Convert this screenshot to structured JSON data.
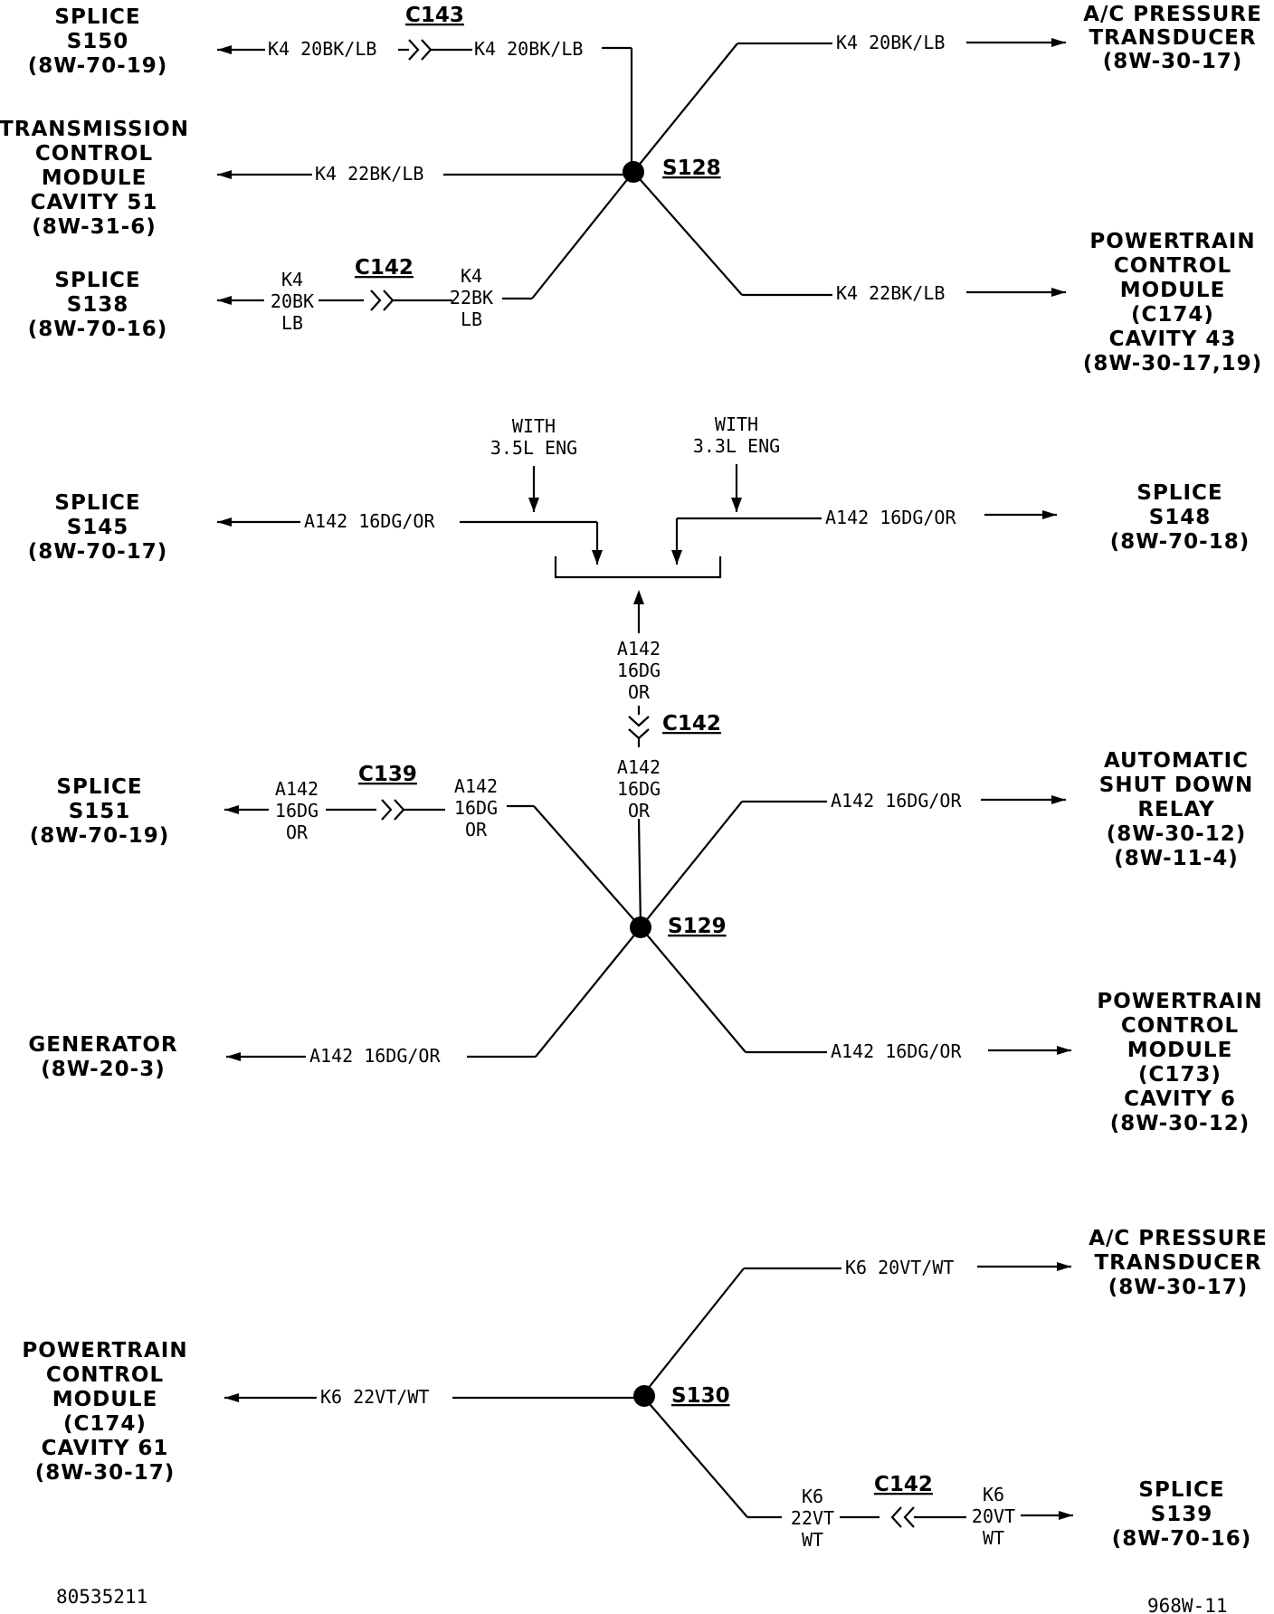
{
  "components": {
    "splice_s150": [
      "SPLICE",
      "S150",
      "(8W-70-19)"
    ],
    "tcm": [
      "TRANSMISSION",
      "CONTROL",
      "MODULE",
      "CAVITY 51",
      "(8W-31-6)"
    ],
    "splice_s138": [
      "SPLICE",
      "S138",
      "(8W-70-16)"
    ],
    "ac_transducer_1": [
      "A/C PRESSURE",
      "TRANSDUCER",
      "(8W-30-17)"
    ],
    "pcm_c174_cav43": [
      "POWERTRAIN",
      "CONTROL",
      "MODULE",
      "(C174)",
      "CAVITY 43",
      "(8W-30-17,19)"
    ],
    "splice_s145": [
      "SPLICE",
      "S145",
      "(8W-70-17)"
    ],
    "splice_s148": [
      "SPLICE",
      "S148",
      "(8W-70-18)"
    ],
    "splice_s151": [
      "SPLICE",
      "S151",
      "(8W-70-19)"
    ],
    "generator": [
      "GENERATOR",
      "(8W-20-3)"
    ],
    "asd_relay": [
      "AUTOMATIC",
      "SHUT DOWN",
      "RELAY",
      "(8W-30-12)",
      "(8W-11-4)"
    ],
    "pcm_c173_cav6": [
      "POWERTRAIN",
      "CONTROL",
      "MODULE",
      "(C173)",
      "CAVITY 6",
      "(8W-30-12)"
    ],
    "pcm_c174_cav61": [
      "POWERTRAIN",
      "CONTROL",
      "MODULE",
      "(C174)",
      "CAVITY 61",
      "(8W-30-17)"
    ],
    "ac_transducer_2": [
      "A/C PRESSURE",
      "TRANSDUCER",
      "(8W-30-17)"
    ],
    "splice_s139": [
      "SPLICE",
      "S139",
      "(8W-70-16)"
    ]
  },
  "splices": {
    "s128": "S128",
    "s129": "S129",
    "s130": "S130"
  },
  "connectors": {
    "c143": "C143",
    "c142_top": "C142",
    "c142_mid": "C142",
    "c139": "C139",
    "c142_bottom": "C142"
  },
  "wires": {
    "k4_20bklb_s150": "K4 20BK/LB",
    "k4_20bklb_c143": "K4 20BK/LB",
    "k4_22bklb_tcm": "K4 22BK/LB",
    "k4_s138_left": [
      "K4",
      "20BK",
      "LB"
    ],
    "k4_s138_right": [
      "K4",
      "22BK",
      "LB"
    ],
    "k4_20bklb_ac": "K4 20BK/LB",
    "k4_22bklb_pcm": "K4 22BK/LB",
    "a142_s145": "A142 16DG/OR",
    "a142_s148": "A142 16DG/OR",
    "a142_vert_upper": [
      "A142",
      "16DG",
      "OR"
    ],
    "a142_vert_lower": [
      "A142",
      "16DG",
      "OR"
    ],
    "a142_s151_left": [
      "A142",
      "16DG",
      "OR"
    ],
    "a142_s151_right": [
      "A142",
      "16DG",
      "OR"
    ],
    "a142_generator": "A142 16DG/OR",
    "a142_asd": "A142 16DG/OR",
    "a142_pcm": "A142 16DG/OR",
    "k6_20vtwt_ac": "K6 20VT/WT",
    "k6_22vtwt_pcm": "K6 22VT/WT",
    "k6_s139_left": [
      "K6",
      "22VT",
      "WT"
    ],
    "k6_s139_right": [
      "K6",
      "20VT",
      "WT"
    ]
  },
  "notes": {
    "with_35": [
      "WITH",
      "3.5L ENG"
    ],
    "with_33": [
      "WITH",
      "3.3L ENG"
    ]
  },
  "footer": {
    "left": "80535211",
    "right": "968W-11"
  }
}
